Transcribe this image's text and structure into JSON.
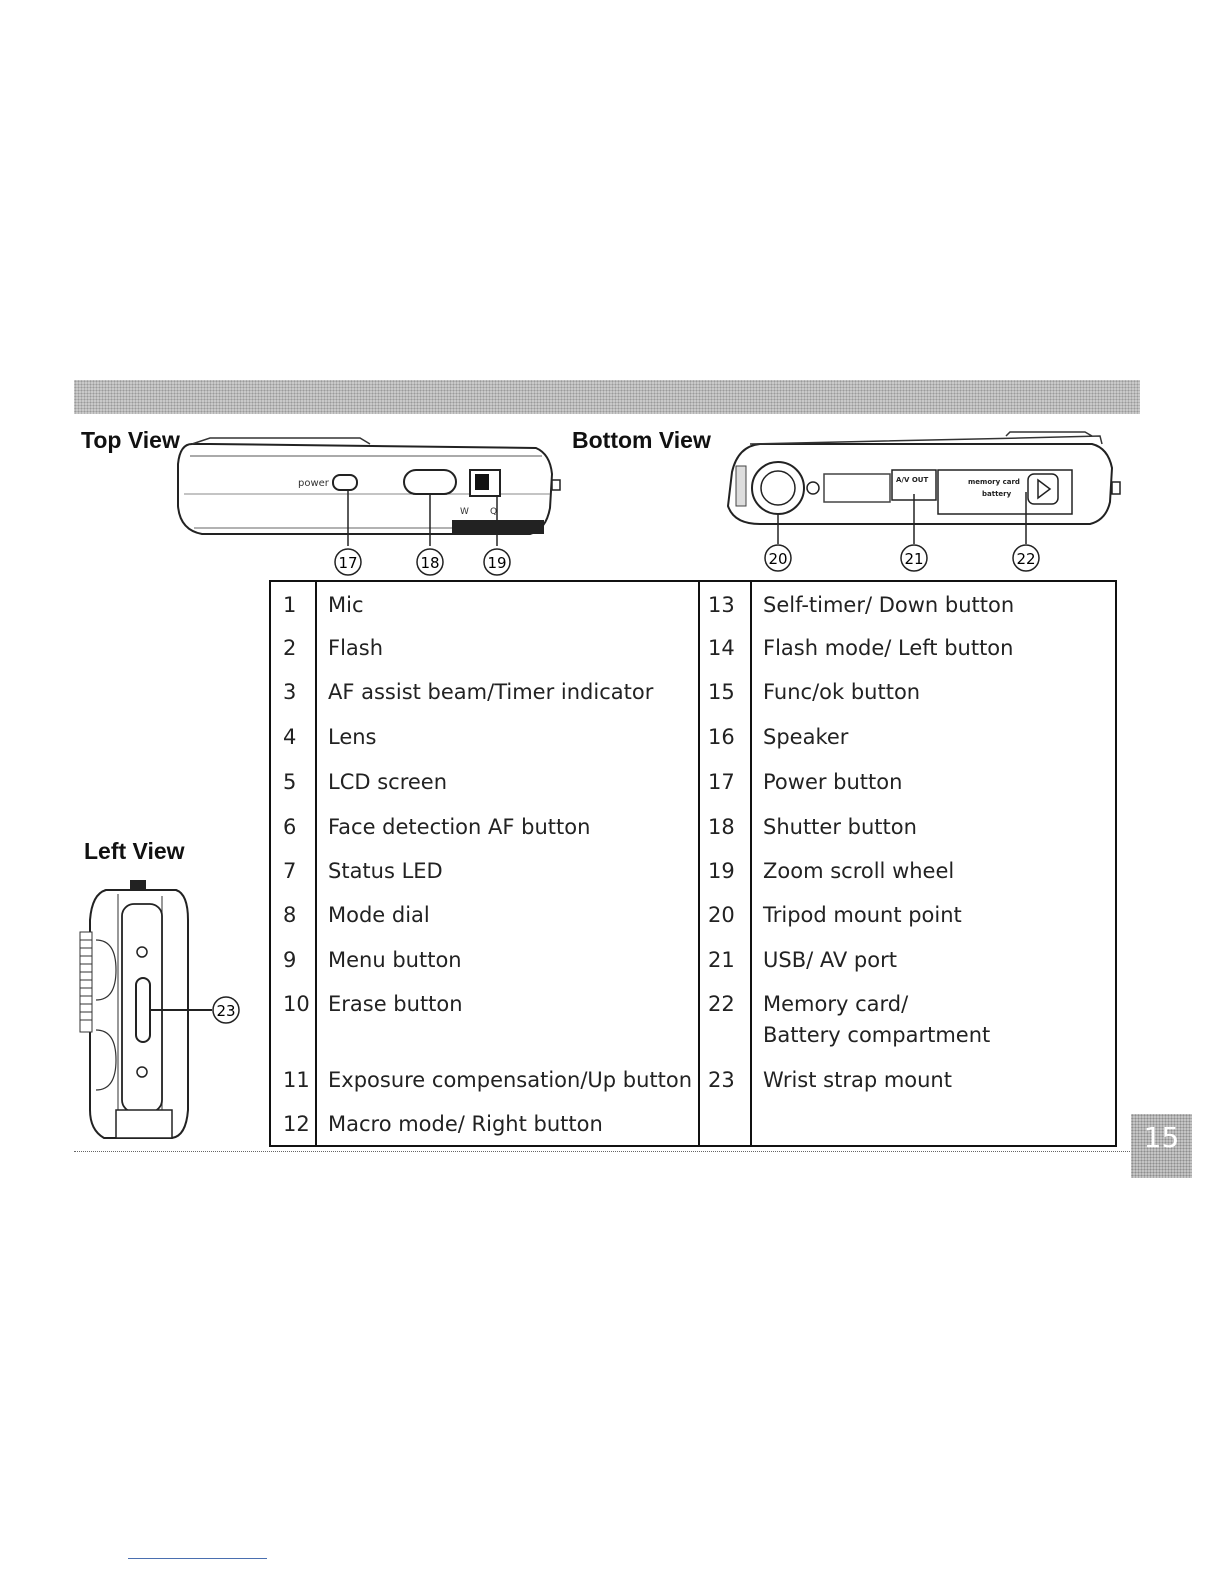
{
  "views": {
    "top": "Top View",
    "bottom": "Bottom View",
    "left": "Left View"
  },
  "camera_text": {
    "power": "power",
    "zoom_w": "W",
    "zoom_t": "Q",
    "av_out": "A/V OUT",
    "memory_card": "memory card",
    "battery": "battery"
  },
  "callouts": {
    "c17": "17",
    "c18": "18",
    "c19": "19",
    "c20": "20",
    "c21": "21",
    "c22": "22",
    "c23": "23"
  },
  "parts_table": {
    "rows": [
      {
        "n1": "1",
        "d1": "Mic",
        "n2": "13",
        "d2": "Self-timer/ Down button"
      },
      {
        "n1": "2",
        "d1": "Flash",
        "n2": "14",
        "d2": "Flash mode/ Left button"
      },
      {
        "n1": "3",
        "d1": "AF assist beam/Timer indicator",
        "n2": "15",
        "d2": "Func/ok button"
      },
      {
        "n1": "4",
        "d1": " Lens",
        "n2": "16",
        "d2": "Speaker"
      },
      {
        "n1": "5",
        "d1": "LCD screen",
        "n2": "17",
        "d2": "Power button"
      },
      {
        "n1": "6",
        "d1": "Face detection AF button",
        "n2": "18",
        "d2": "Shutter button"
      },
      {
        "n1": "7",
        "d1": "Status LED",
        "n2": "19",
        "d2": "Zoom scroll wheel"
      },
      {
        "n1": "8",
        "d1": "Mode dial",
        "n2": "20",
        "d2": "Tripod mount point"
      },
      {
        "n1": "9",
        "d1": "Menu button",
        "n2": "21",
        "d2": "USB/ AV port"
      },
      {
        "n1": "10",
        "d1": "Erase button",
        "n2": "22",
        "d2": "Memory card/",
        "d2b": "Battery compartment"
      },
      {
        "n1": "11",
        "d1": "Exposure compensation/Up button",
        "n2": "23",
        "d2": "Wrist strap mount"
      },
      {
        "n1": "12",
        "d1": " Macro mode/ Right button",
        "n2": "",
        "d2": ""
      }
    ]
  },
  "page_number": "15"
}
